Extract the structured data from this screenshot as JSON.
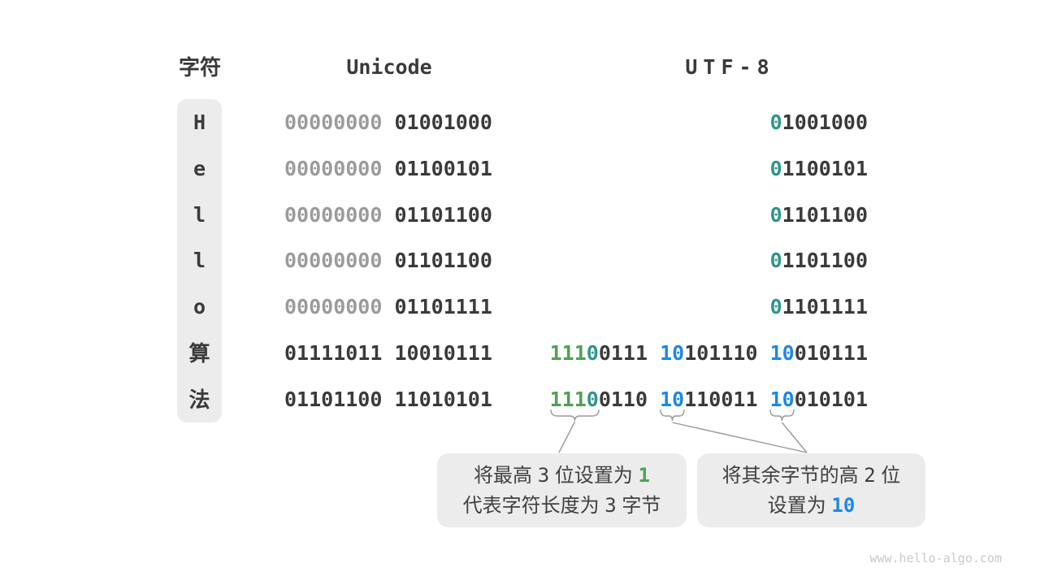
{
  "header": {
    "char_label": "字符",
    "unicode_label": "Unicode",
    "utf8_label": "UTF-8"
  },
  "rows": [
    {
      "char": "H",
      "char_type": "latin",
      "unicode": [
        {
          "t": "00000000",
          "c": "gray"
        },
        {
          "t": " ",
          "c": "dark"
        },
        {
          "t": "01001000",
          "c": "dark"
        }
      ],
      "utf8": [
        {
          "t": "0",
          "c": "teal"
        },
        {
          "t": "1001000",
          "c": "dark"
        }
      ]
    },
    {
      "char": "e",
      "char_type": "latin",
      "unicode": [
        {
          "t": "00000000",
          "c": "gray"
        },
        {
          "t": " ",
          "c": "dark"
        },
        {
          "t": "01100101",
          "c": "dark"
        }
      ],
      "utf8": [
        {
          "t": "0",
          "c": "teal"
        },
        {
          "t": "1100101",
          "c": "dark"
        }
      ]
    },
    {
      "char": "l",
      "char_type": "latin",
      "unicode": [
        {
          "t": "00000000",
          "c": "gray"
        },
        {
          "t": " ",
          "c": "dark"
        },
        {
          "t": "01101100",
          "c": "dark"
        }
      ],
      "utf8": [
        {
          "t": "0",
          "c": "teal"
        },
        {
          "t": "1101100",
          "c": "dark"
        }
      ]
    },
    {
      "char": "l",
      "char_type": "latin",
      "unicode": [
        {
          "t": "00000000",
          "c": "gray"
        },
        {
          "t": " ",
          "c": "dark"
        },
        {
          "t": "01101100",
          "c": "dark"
        }
      ],
      "utf8": [
        {
          "t": "0",
          "c": "teal"
        },
        {
          "t": "1101100",
          "c": "dark"
        }
      ]
    },
    {
      "char": "o",
      "char_type": "latin",
      "unicode": [
        {
          "t": "00000000",
          "c": "gray"
        },
        {
          "t": " ",
          "c": "dark"
        },
        {
          "t": "01101111",
          "c": "dark"
        }
      ],
      "utf8": [
        {
          "t": "0",
          "c": "teal"
        },
        {
          "t": "1101111",
          "c": "dark"
        }
      ]
    },
    {
      "char": "算",
      "char_type": "cjk",
      "unicode": [
        {
          "t": "01111011",
          "c": "dark"
        },
        {
          "t": " ",
          "c": "dark"
        },
        {
          "t": "10010111",
          "c": "dark"
        }
      ],
      "utf8": [
        {
          "t": "111",
          "c": "green"
        },
        {
          "t": "0",
          "c": "teal"
        },
        {
          "t": "0111",
          "c": "dark"
        },
        {
          "t": " ",
          "c": "dark"
        },
        {
          "t": "10",
          "c": "blue"
        },
        {
          "t": "101110",
          "c": "dark"
        },
        {
          "t": " ",
          "c": "dark"
        },
        {
          "t": "10",
          "c": "blue"
        },
        {
          "t": "010111",
          "c": "dark"
        }
      ]
    },
    {
      "char": "法",
      "char_type": "cjk",
      "unicode": [
        {
          "t": "01101100",
          "c": "dark"
        },
        {
          "t": " ",
          "c": "dark"
        },
        {
          "t": "11010101",
          "c": "dark"
        }
      ],
      "utf8": [
        {
          "t": "111",
          "c": "green"
        },
        {
          "t": "0",
          "c": "teal"
        },
        {
          "t": "0110",
          "c": "dark"
        },
        {
          "t": " ",
          "c": "dark"
        },
        {
          "t": "10",
          "c": "blue"
        },
        {
          "t": "110011",
          "c": "dark"
        },
        {
          "t": " ",
          "c": "dark"
        },
        {
          "t": "10",
          "c": "blue"
        },
        {
          "t": "010101",
          "c": "dark"
        }
      ]
    }
  ],
  "callouts": [
    {
      "lines": [
        [
          {
            "t": "将最高 ",
            "c": "text"
          },
          {
            "t": "3",
            "c": "num"
          },
          {
            "t": " 位设置为 ",
            "c": "text"
          },
          {
            "t": "1",
            "c": "green"
          }
        ],
        [
          {
            "t": "代表字符长度为 ",
            "c": "text"
          },
          {
            "t": "3",
            "c": "num"
          },
          {
            "t": " 字节",
            "c": "text"
          }
        ]
      ]
    },
    {
      "lines": [
        [
          {
            "t": "将其余字节的高 ",
            "c": "text"
          },
          {
            "t": "2",
            "c": "num"
          },
          {
            "t": " 位",
            "c": "text"
          }
        ],
        [
          {
            "t": "设置为 ",
            "c": "text"
          },
          {
            "t": "10",
            "c": "blue"
          }
        ]
      ]
    }
  ],
  "watermark": "www.hello-algo.com",
  "colors": {
    "accent_green": "#4fa152",
    "accent_teal": "#2e968b",
    "accent_blue": "#1e88e5",
    "bit_dark": "#3a3a3a",
    "bit_gray": "#9b9b9b",
    "panel_bg": "#ececec",
    "line_gray": "#999999",
    "watermark": "#c9c9c9"
  }
}
